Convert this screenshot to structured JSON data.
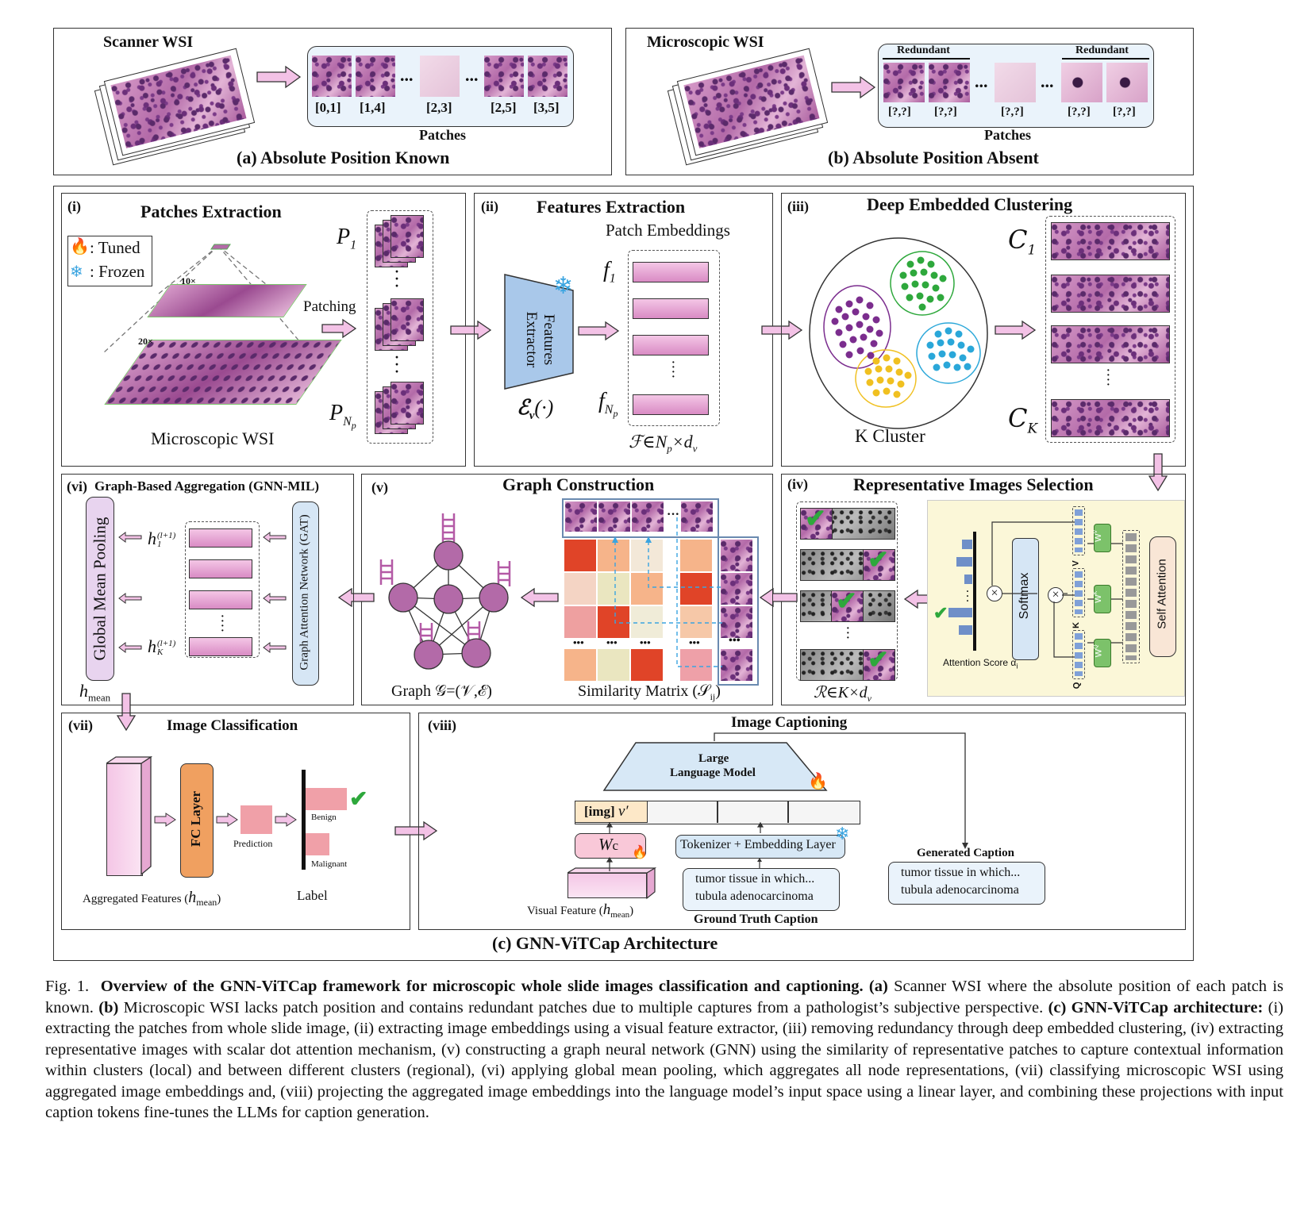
{
  "panel_a": {
    "wsi_label": "Scanner WSI",
    "patch_labels": [
      "[0,1]",
      "[1,4]",
      "[2,3]",
      "[2,5]",
      "[3,5]"
    ],
    "ellipsis": "...",
    "patches_label": "Patches",
    "title": "(a) Absolute Position Known"
  },
  "panel_b": {
    "wsi_label": "Microscopic WSI",
    "redundant_label": "Redundant",
    "patch_labels": [
      "[?,?]",
      "[?,?]",
      "[?,?]",
      "[?,?]",
      "[?,?]"
    ],
    "ellipsis": "...",
    "patches_label": "Patches",
    "title": "(b) Absolute Position Absent"
  },
  "panel_c": {
    "title": "(c) GNN-ViTCap Architecture",
    "i": {
      "num": "(i)",
      "title": "Patches Extraction",
      "legend_tuned": ": Tuned",
      "legend_frozen": ": Frozen",
      "mag_10": "10×",
      "mag_20": "20×",
      "patching": "Patching",
      "p1": "P",
      "p1_sub": "1",
      "pn": "P",
      "pn_sub": "N",
      "pn_subsub": "p",
      "wsi": "Microscopic WSI"
    },
    "ii": {
      "num": "(ii)",
      "title": "Features Extraction",
      "patch_emb": "Patch Embeddings",
      "extractor": "Features Extractor",
      "encoder": "ℰ",
      "encoder_sub": "v",
      "encoder_arg": "(·)",
      "f1": "f",
      "f1_sub": "1",
      "fn": "f",
      "fn_sub": "N",
      "fn_subsub": "p",
      "dims": "ℱ∈N",
      "dims_sub1": "p",
      "dims_mid": "×d",
      "dims_sub2": "v"
    },
    "iii": {
      "num": "(iii)",
      "title": "Deep Embedded Clustering",
      "c1": "C",
      "c1_sub": "1",
      "ck": "C",
      "ck_sub": "K",
      "k_cluster": "K Cluster"
    },
    "iv": {
      "num": "(iv)",
      "title": "Representative Images Selection",
      "softmax": "Softmax",
      "self_attention": "Self Attention",
      "attention_score": "Attention Score α",
      "attention_score_sub": "i",
      "wv": "W",
      "wv_sup": "V",
      "wk": "W",
      "wk_sup": "K",
      "wq": "W",
      "wq_sup": "Q",
      "v": "V",
      "k": "K",
      "q": "Q",
      "r_dims": "ℛ∈K×d",
      "r_dims_sub": "v"
    },
    "v": {
      "num": "(v)",
      "title": "Graph Construction",
      "graph": "Graph 𝒢=(𝒱,ℰ)",
      "sim": "Similarity Matrix (𝒮",
      "sim_sub": "ij",
      "sim_end": ")",
      "dots": "•••"
    },
    "vi": {
      "num": "(vi)",
      "title": "Graph-Based Aggregation (GNN-MIL)",
      "pool": "Global Mean Pooling",
      "gat": "Graph Attention Network (GAT)",
      "h1": "h",
      "h1_sup": "(l+1)",
      "h1_sub": "1",
      "hk": "h",
      "hk_sup": "(l+1)",
      "hk_sub": "K",
      "hmean": "h",
      "hmean_sub": "mean"
    },
    "vii": {
      "num": "(vii)",
      "title": "Image Classification",
      "fc": "FC Layer",
      "prediction": "Prediction",
      "benign": "Benign",
      "malignant": "Malignant",
      "agg": "Aggregated Features (",
      "agg_h": "h",
      "agg_sub": "mean",
      "agg_end": ")",
      "label": "Label"
    },
    "viii": {
      "num": "(viii)",
      "title": "Image Captioning",
      "llm_line1": "Large",
      "llm_line2": "Language Model",
      "img_token": "[img] ",
      "img_var": "v′",
      "wc": "W",
      "wc_sub": "c",
      "tokenizer": "Tokenizer + Embedding Layer",
      "gt_line1": "tumor tissue in which...",
      "gt_line2": "tubula adenocarcinoma",
      "gt_label": "Ground Truth Caption",
      "gen_label": "Generated Caption",
      "gen_line1": "tumor tissue in which...",
      "gen_line2": "tubula adenocarcinoma",
      "visual": "Visual Feature (",
      "visual_h": "h",
      "visual_sub": "mean",
      "visual_end": ")"
    }
  },
  "caption": {
    "fig": "Fig. 1.",
    "bold_title": "Overview of the GNN-ViTCap framework for microscopic whole slide images classification and captioning.",
    "a_label": "(a)",
    "a_text": "Scanner WSI where the absolute position of each patch is known.",
    "b_label": "(b)",
    "b_text": "Microscopic WSI lacks patch position and contains redundant patches due to multiple captures from a pathologist’s subjective perspective.",
    "c_label": "(c) GNN-ViTCap architecture:",
    "c_text": "(i) extracting the patches from whole slide image, (ii) extracting image embeddings using a visual feature extractor, (iii) removing redundancy through deep embedded clustering, (iv) extracting representative images with scalar dot attention mechanism, (v) constructing a graph neural network (GNN) using the similarity of representative patches to capture contextual information within clusters (local) and between different clusters (regional), (vi) applying global mean pooling, which aggregates all node representations, (vii) classifying microscopic WSI using aggregated image embeddings and, (viii) projecting the aggregated image embeddings into the language model’s input space using a linear layer, and combining these projections with input caption tokens fine-tunes the LLMs for caption generation."
  },
  "colors": {
    "pink": "#e8a6d6",
    "tissue": "#b36aa8",
    "arrow_fill": "#f3c2e6",
    "cluster_purple": "#7b2d8e",
    "cluster_green": "#2ea83c",
    "cluster_blue": "#2aa7d9",
    "cluster_yellow": "#f0c020",
    "softmax_blue": "#d6e6f5",
    "attention_bg": "#fbf7d8",
    "fc_orange": "#f0a060",
    "llm_blue": "#d7e8f6",
    "check_green": "#2ea83c"
  },
  "icons": [
    "fire-icon",
    "snowflake-icon",
    "check-icon",
    "multiply-icon"
  ]
}
